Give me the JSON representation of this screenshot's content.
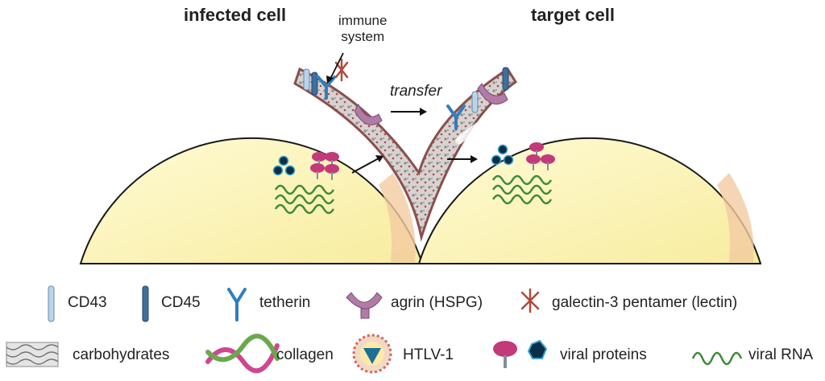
{
  "diagram": {
    "cells": {
      "left_label": "infected cell",
      "right_label": "target cell"
    },
    "immune_label_line1": "immune",
    "immune_label_line2": "system",
    "transfer_label": "transfer",
    "colors": {
      "cell_fill": "#fbf5b6",
      "cell_outline": "#1a1a1a",
      "biofilm": "#8a4f4f",
      "cd43": "#b9d3ea",
      "cd45": "#3e6f9e",
      "tetherin": "#2f7fc1",
      "agrin": "#b27aa6",
      "galectin": "#b04a3c",
      "collagen_pink": "#d0468f",
      "collagen_green": "#6ba84d",
      "viral_protein": "#c23a7a",
      "viral_rna": "#3f8a3a",
      "htlv_core": "#1e6f93"
    },
    "legend": {
      "row1": [
        {
          "label": "CD43",
          "icon": "cd43-icon"
        },
        {
          "label": "CD45",
          "icon": "cd45-icon"
        },
        {
          "label": "tetherin",
          "icon": "tetherin-icon"
        },
        {
          "label": "agrin (HSPG)",
          "icon": "agrin-icon"
        },
        {
          "label": "galectin-3 pentamer (lectin)",
          "icon": "galectin-icon"
        }
      ],
      "row2": [
        {
          "label": "carbohydrates",
          "icon": "carbohydrates-icon"
        },
        {
          "label": "collagen",
          "icon": "collagen-icon"
        },
        {
          "label": "HTLV-1",
          "icon": "htlv-icon"
        },
        {
          "label": "viral proteins",
          "icon": "viral-proteins-icon"
        },
        {
          "label": "viral RNA",
          "icon": "viral-rna-icon"
        }
      ]
    }
  }
}
